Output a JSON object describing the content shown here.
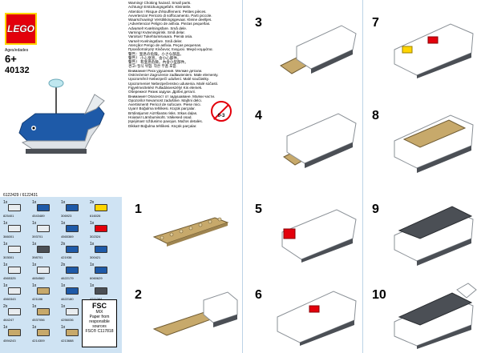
{
  "cover": {
    "brand": "LEGO",
    "age_label": "Ages/edades",
    "age": "6+",
    "set_number": "40132",
    "codes": "6122429 / 6122431"
  },
  "warnings": [
    "Warning! Choking hazard. Small parts.",
    "Achtung! Erstickungsgefahr. Kleinteile.",
    "Attention ! Risque d'étouffement. Petites pièces.",
    "Avvertenza! Pericolo di soffocamento. Parti piccole.",
    "Waarschuwing! Verstikkingsgevaar. Kleine deeltjes.",
    "¡Advertencia! Peligro de asfixia. Piezas pequeñas.",
    "Advarsel! Kvælningsfare. Små dele.",
    "Varning! Kvävningsrisk. Små delar.",
    "Varoitus! Tukehtumisvaara. Pieniä osia.",
    "Varsel! Kvelningsfare. Små deler.",
    "Atenção! Perigo de asfixia. Peças pequenas.",
    "Προειδοποίηση! Κίνδυνος πνιγμού. Μικρά κομμάτια.",
    "警告：窒息の危険。小さな部品。",
    "警告！ 小心窒息，含小心部件。",
    "警告！ 有窒息危險。內含小型部件。",
    "경고! 질식 위험. 작은 부품 포함.",
    "Внимание! Риск удушения. Мелкие детали.",
    "Ostrzeżenie! Zagrożenie zadławieniem. Małe elementy.",
    "Upozornění! Nebezpečí udušení. Malé součástky.",
    "Upozornenie! Nebezpečenstvo udusenia. Malé súčasti.",
    "Figyelmeztetés! Fulladásveszély! Kis elemek.",
    "Обережно! Ризик задухи. Дрібні деталі.",
    "Внимание! Опасност от задушаване. Малки части.",
    "Opozorilo! Nevarnost zadušitve. Majhni delci.",
    "Avertisment! Pericol de sufocare. Piese mici.",
    "Uyarı! Boğulma tehlikesi. Küçük parçalar.",
    "Brīdinājums! Aizrīšanās risks. Sīkas daļas.",
    "Hoiatus! Lämbumisoht. Väikesed osad.",
    "Įspėjimas! Uždusimo pavojus. Mažos detalės.",
    "Dikkat! Boğulma tehlikesi. Küçük parçalar."
  ],
  "age_warning": "0-3",
  "steps": [
    "1",
    "2",
    "3",
    "4",
    "5",
    "6",
    "7",
    "8",
    "9",
    "10"
  ],
  "parts": [
    {
      "qty": "1x",
      "id": "825401"
    },
    {
      "qty": "1x",
      "id": "4543489"
    },
    {
      "qty": "1x",
      "id": "306923"
    },
    {
      "qty": "2x",
      "id": "616026"
    },
    {
      "qty": "1x",
      "id": "366001"
    },
    {
      "qty": "1x",
      "id": "393701"
    },
    {
      "qty": "1x",
      "id": "4565369"
    },
    {
      "qty": "1x",
      "id": "302324"
    },
    {
      "qty": "1x",
      "id": "303001"
    },
    {
      "qty": "1x",
      "id": "398701"
    },
    {
      "qty": "2x",
      "id": "421936"
    },
    {
      "qty": "1x",
      "id": "300421"
    },
    {
      "qty": "1x",
      "id": "4565325"
    },
    {
      "qty": "1x",
      "id": "4654582"
    },
    {
      "qty": "2x",
      "id": "4622179"
    },
    {
      "qty": "1x",
      "id": "6060629"
    },
    {
      "qty": "1x",
      "id": "4560343"
    },
    {
      "qty": "1x",
      "id": "421186"
    },
    {
      "qty": "1x",
      "id": "4622180"
    },
    {
      "qty": "1x",
      "id": "4211064"
    },
    {
      "qty": "2x",
      "id": "464247"
    },
    {
      "qty": "1x",
      "id": "4537056"
    },
    {
      "qty": "1x",
      "id": "4256036"
    },
    {
      "qty": "1x",
      "id": "24901"
    },
    {
      "qty": "1x",
      "id": "4594243"
    },
    {
      "qty": "1x",
      "id": "4214309"
    },
    {
      "qty": "1x",
      "id": "4213688"
    }
  ],
  "fsc": {
    "title": "FSC",
    "mix": "MIX",
    "line1": "Paper from",
    "line2": "responsible sources",
    "code": "FSC® C117818"
  },
  "colors": {
    "lego_red": "#e3000b",
    "lego_yellow": "#ffd500",
    "tan": "#c7a96b",
    "white": "#ffffff",
    "blue": "#1e5aa8",
    "dark_gray": "#4b4f55",
    "background_blue": "#cfe3f3"
  }
}
